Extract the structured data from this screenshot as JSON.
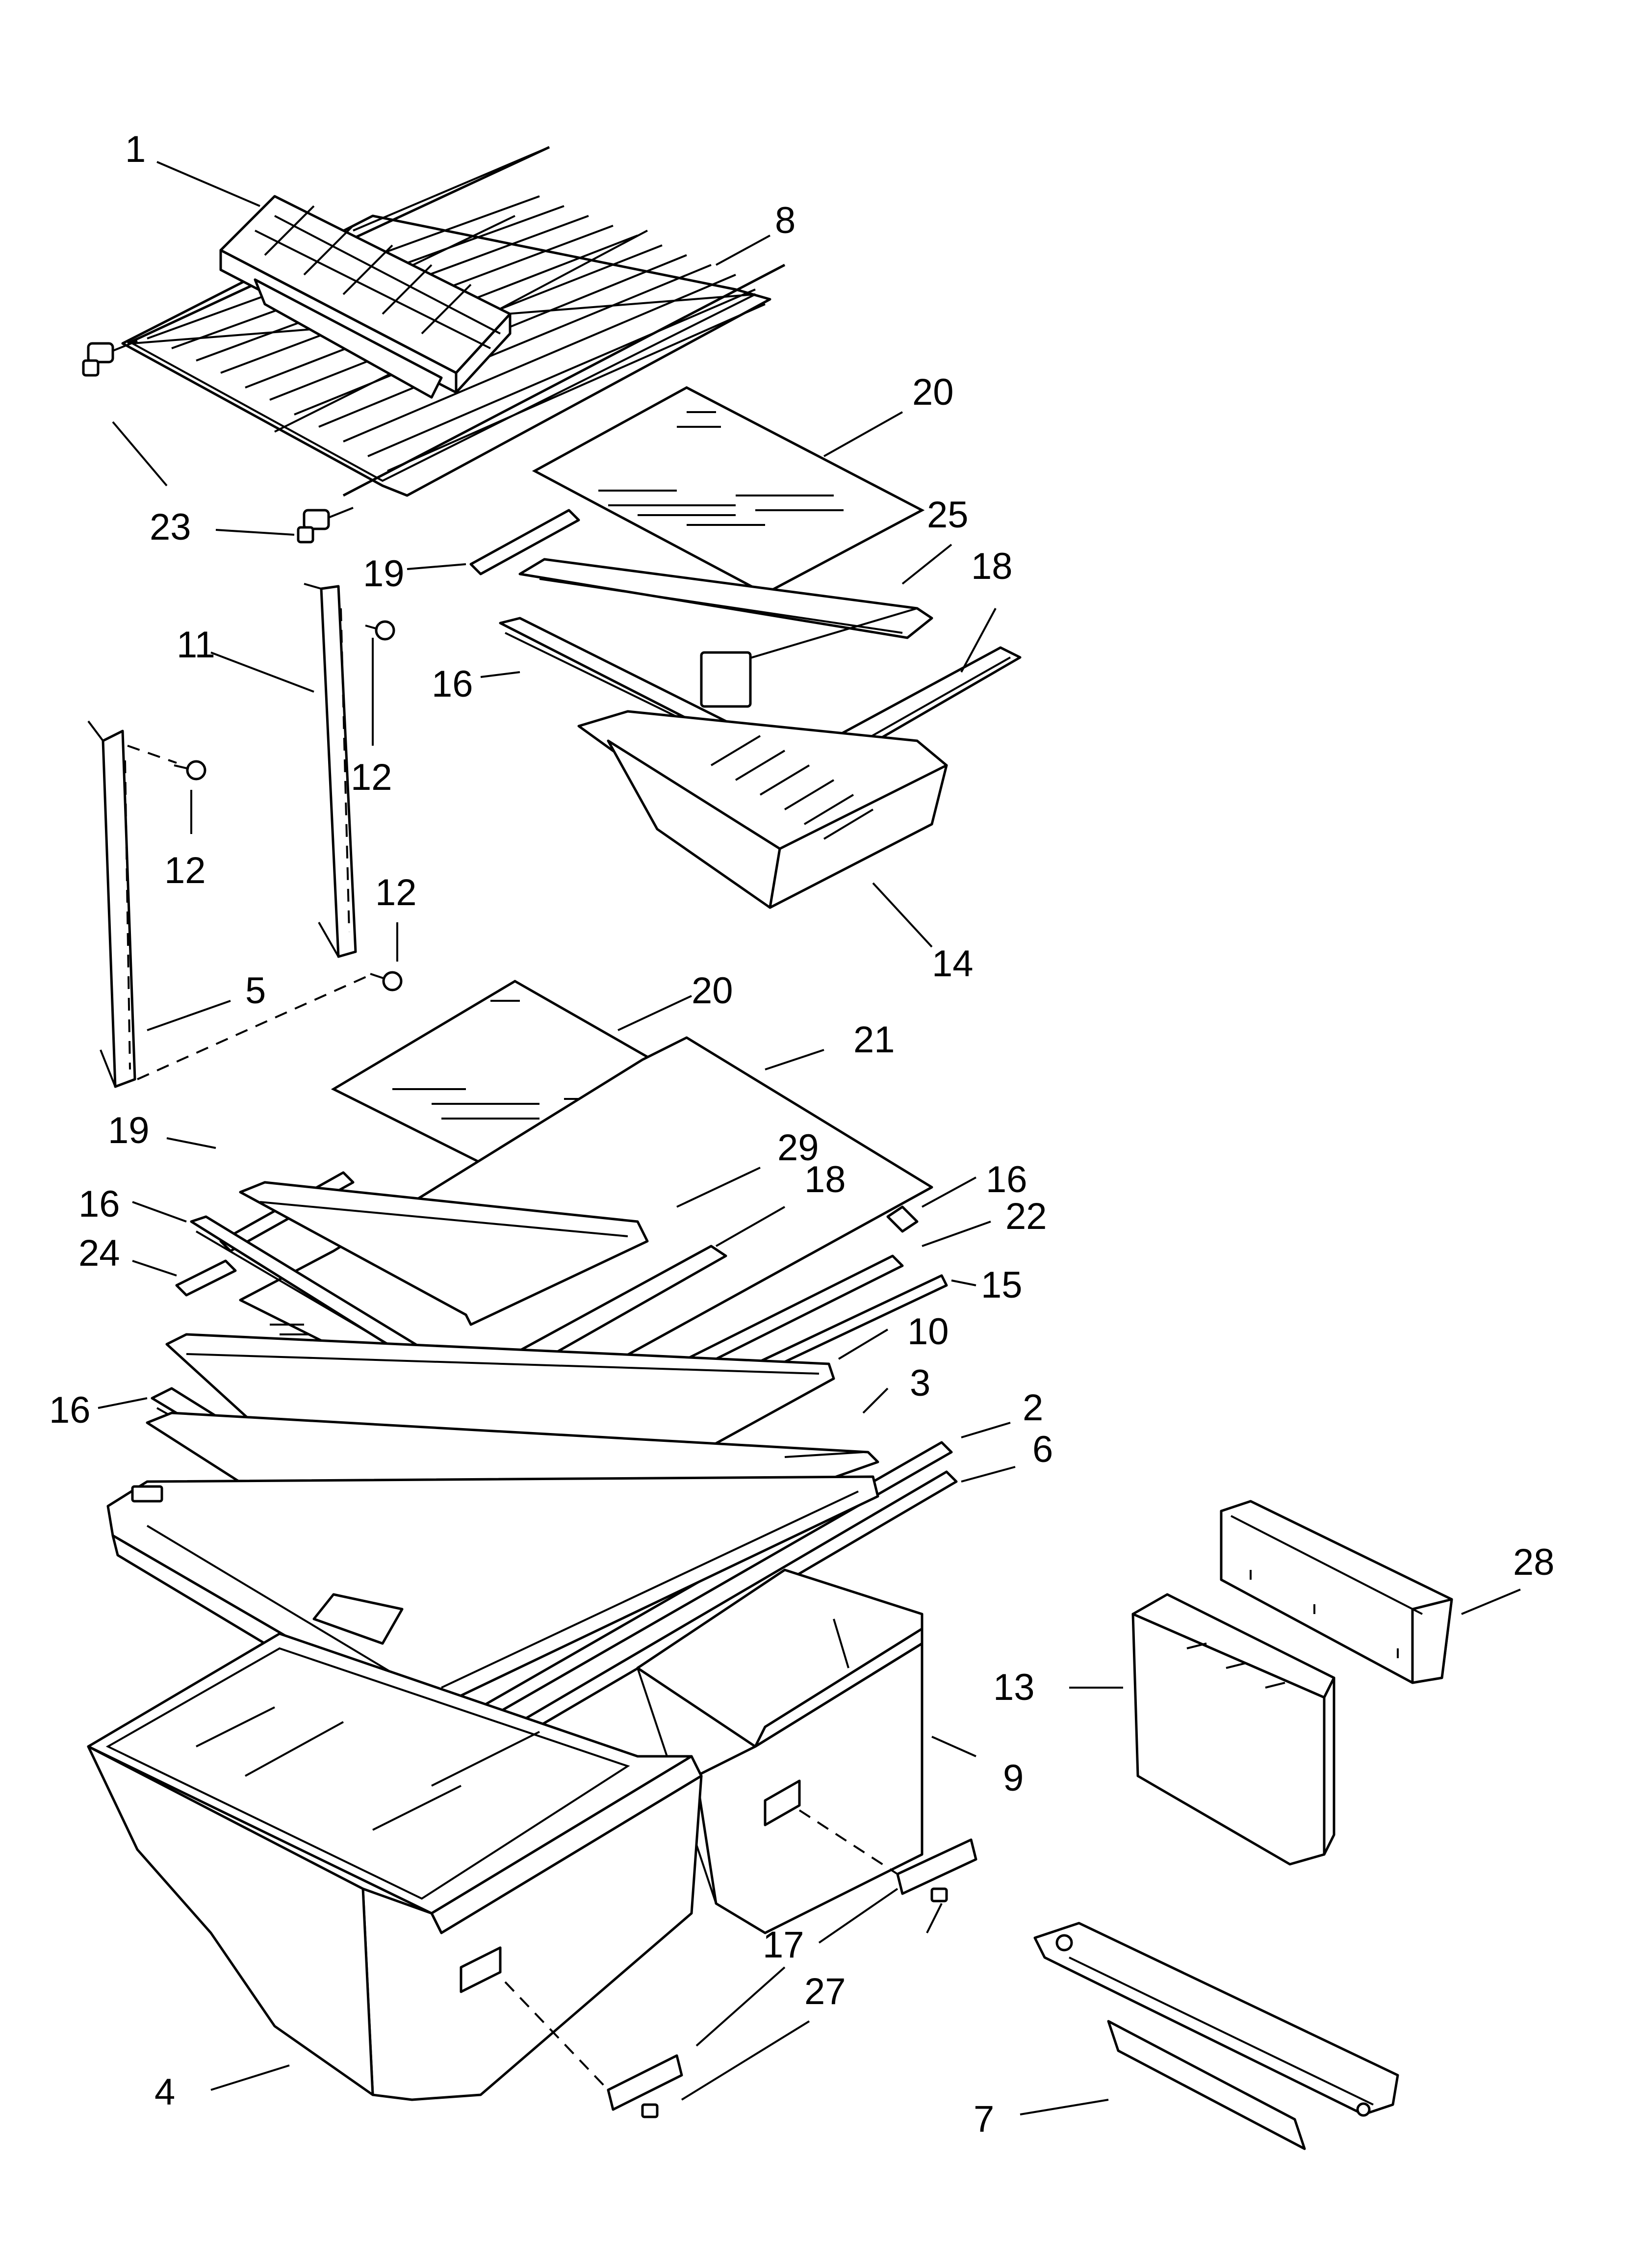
{
  "callouts": {
    "c1": "1",
    "c8": "8",
    "c20a": "20",
    "c23": "23",
    "c19a": "19",
    "c25": "25",
    "c18a": "18",
    "c11": "11",
    "c16a": "16",
    "c12a": "12",
    "c12b": "12",
    "c12c": "12",
    "c14": "14",
    "c5": "5",
    "c20b": "20",
    "c21": "21",
    "c19b": "19",
    "c29": "29",
    "c18b": "18",
    "c16b": "16",
    "c16c": "16",
    "c22": "22",
    "c24": "24",
    "c15": "15",
    "c10": "10",
    "c16d": "16",
    "c3": "3",
    "c2": "2",
    "c6": "6",
    "c28": "28",
    "c13": "13",
    "c9": "9",
    "c17": "17",
    "c27": "27",
    "c4": "4",
    "c7": "7"
  }
}
